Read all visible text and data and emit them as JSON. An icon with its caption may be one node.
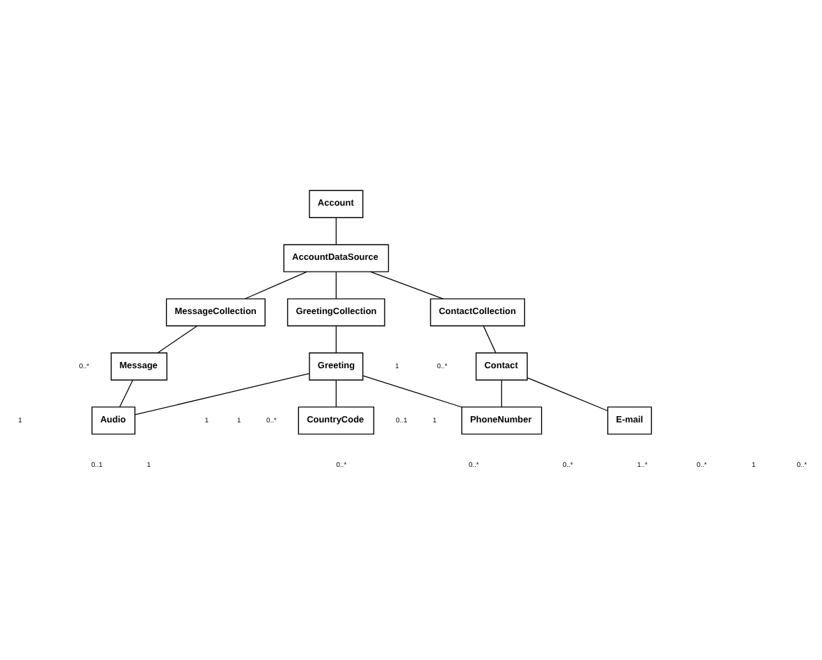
{
  "diagram": {
    "nodes": [
      {
        "text": [
          "Account"
        ]
      },
      {
        "text": [
          "AccountDataSource"
        ]
      },
      {
        "text": [
          "ContactCollection"
        ]
      },
      {
        "text": [
          "MessageCollection"
        ]
      },
      {
        "text": [
          "GreetingCollection"
        ]
      },
      {
        "text": [
          "Contact"
        ]
      },
      {
        "text": [
          "Message"
        ]
      },
      {
        "text": [
          "Greeting"
        ]
      },
      {
        "text": [
          "PhoneNumber"
        ]
      },
      {
        "text": [
          "E-mail"
        ]
      },
      {
        "text": [
          "Audio"
        ]
      },
      {
        "text": [
          "CountryCode"
        ]
      }
    ],
    "edges": [
      {
        "from": 0,
        "to": 1,
        "arrow": "none"
      },
      {
        "from": 1,
        "to": 2,
        "arrow": "none"
      },
      {
        "from": 1,
        "to": 3,
        "arrow": "none"
      },
      {
        "from": 1,
        "to": 4,
        "arrow": "none"
      },
      {
        "from": 2,
        "to": 5,
        "arrow": "none"
      },
      {
        "from": 3,
        "to": 6,
        "arrow": "none"
      },
      {
        "from": 4,
        "to": 7,
        "arrow": "none"
      },
      {
        "from": 5,
        "to": 9,
        "arrow": "none"
      },
      {
        "from": 5,
        "to": 8,
        "arrow": "none"
      },
      {
        "from": 6,
        "to": 10,
        "arrow": "none"
      },
      {
        "from": 7,
        "to": 10,
        "arrow": "none"
      },
      {
        "from": 8,
        "to": 7,
        "arrow": "none"
      },
      {
        "from": 7,
        "to": 11,
        "arrow": "none"
      }
    ],
    "labels": [
      "1",
      "1",
      "1",
      "0..*",
      "0..*",
      "0..*",
      "0..1",
      "1..*",
      "0..*",
      "1",
      "1",
      "0..*",
      "0..1",
      "0..*",
      "1",
      "1",
      "0..*",
      "0..*"
    ]
  }
}
